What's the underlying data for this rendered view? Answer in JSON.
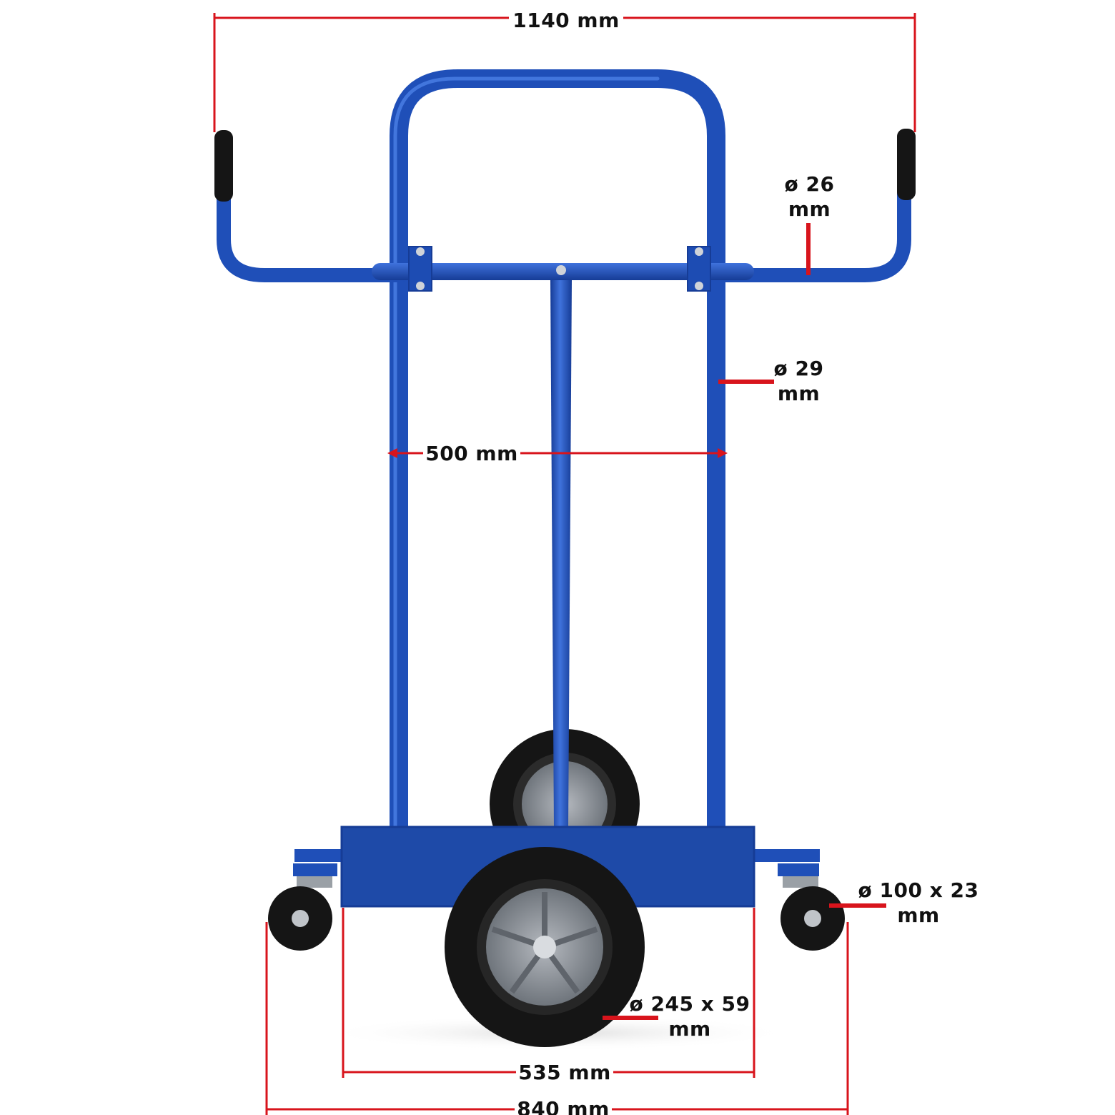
{
  "image": {
    "subject": "hand-truck-trolley",
    "colors": {
      "frame": "#1f4fb8",
      "frame_dark": "#163c96",
      "frame_light": "#3f72dc",
      "rubber": "#151515",
      "hub": "#8a8f96",
      "dimension": "#d8141c",
      "label": "#111111"
    }
  },
  "dimensions": {
    "overall_width": "1140 mm",
    "handle_tube": {
      "line1": "ø 26",
      "line2": "mm"
    },
    "frame_tube": {
      "line1": "ø 29",
      "line2": "mm"
    },
    "inner_width": "500 mm",
    "castor_wheel": {
      "line1": "ø 100 x 23",
      "line2": "mm"
    },
    "main_wheel": {
      "line1": "ø 245 x 59",
      "line2": "mm"
    },
    "base_plate_width": "535 mm",
    "wheel_track": "840 mm"
  }
}
